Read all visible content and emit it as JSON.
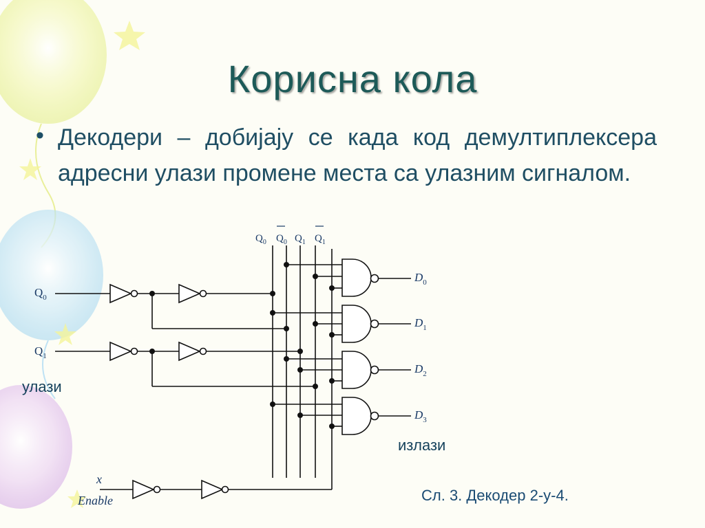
{
  "slide": {
    "title": "Корисна кола",
    "bullet_symbol": "•",
    "body": "Декодери – добијају се када код демултиплексера адресни улази промене места са улазним сигналом.",
    "inputs_label": "улази",
    "outputs_label": "излази",
    "caption": "Сл. 3. Декодер 2-у-4."
  },
  "diagram": {
    "bus_labels": [
      "Q",
      "Q",
      "Q",
      "Q"
    ],
    "bus_subscripts": [
      "0",
      "0",
      "1",
      "1"
    ],
    "input_labels": [
      "Q",
      "Q"
    ],
    "input_subscripts": [
      "0",
      "1"
    ],
    "output_labels": [
      "D",
      "D",
      "D",
      "D"
    ],
    "output_subscripts": [
      "0",
      "1",
      "2",
      "3"
    ],
    "enable_labels": [
      "x",
      "Enable"
    ]
  },
  "colors": {
    "title": "#1d5a58",
    "text": "#1f4e63",
    "wire": "#111111"
  }
}
